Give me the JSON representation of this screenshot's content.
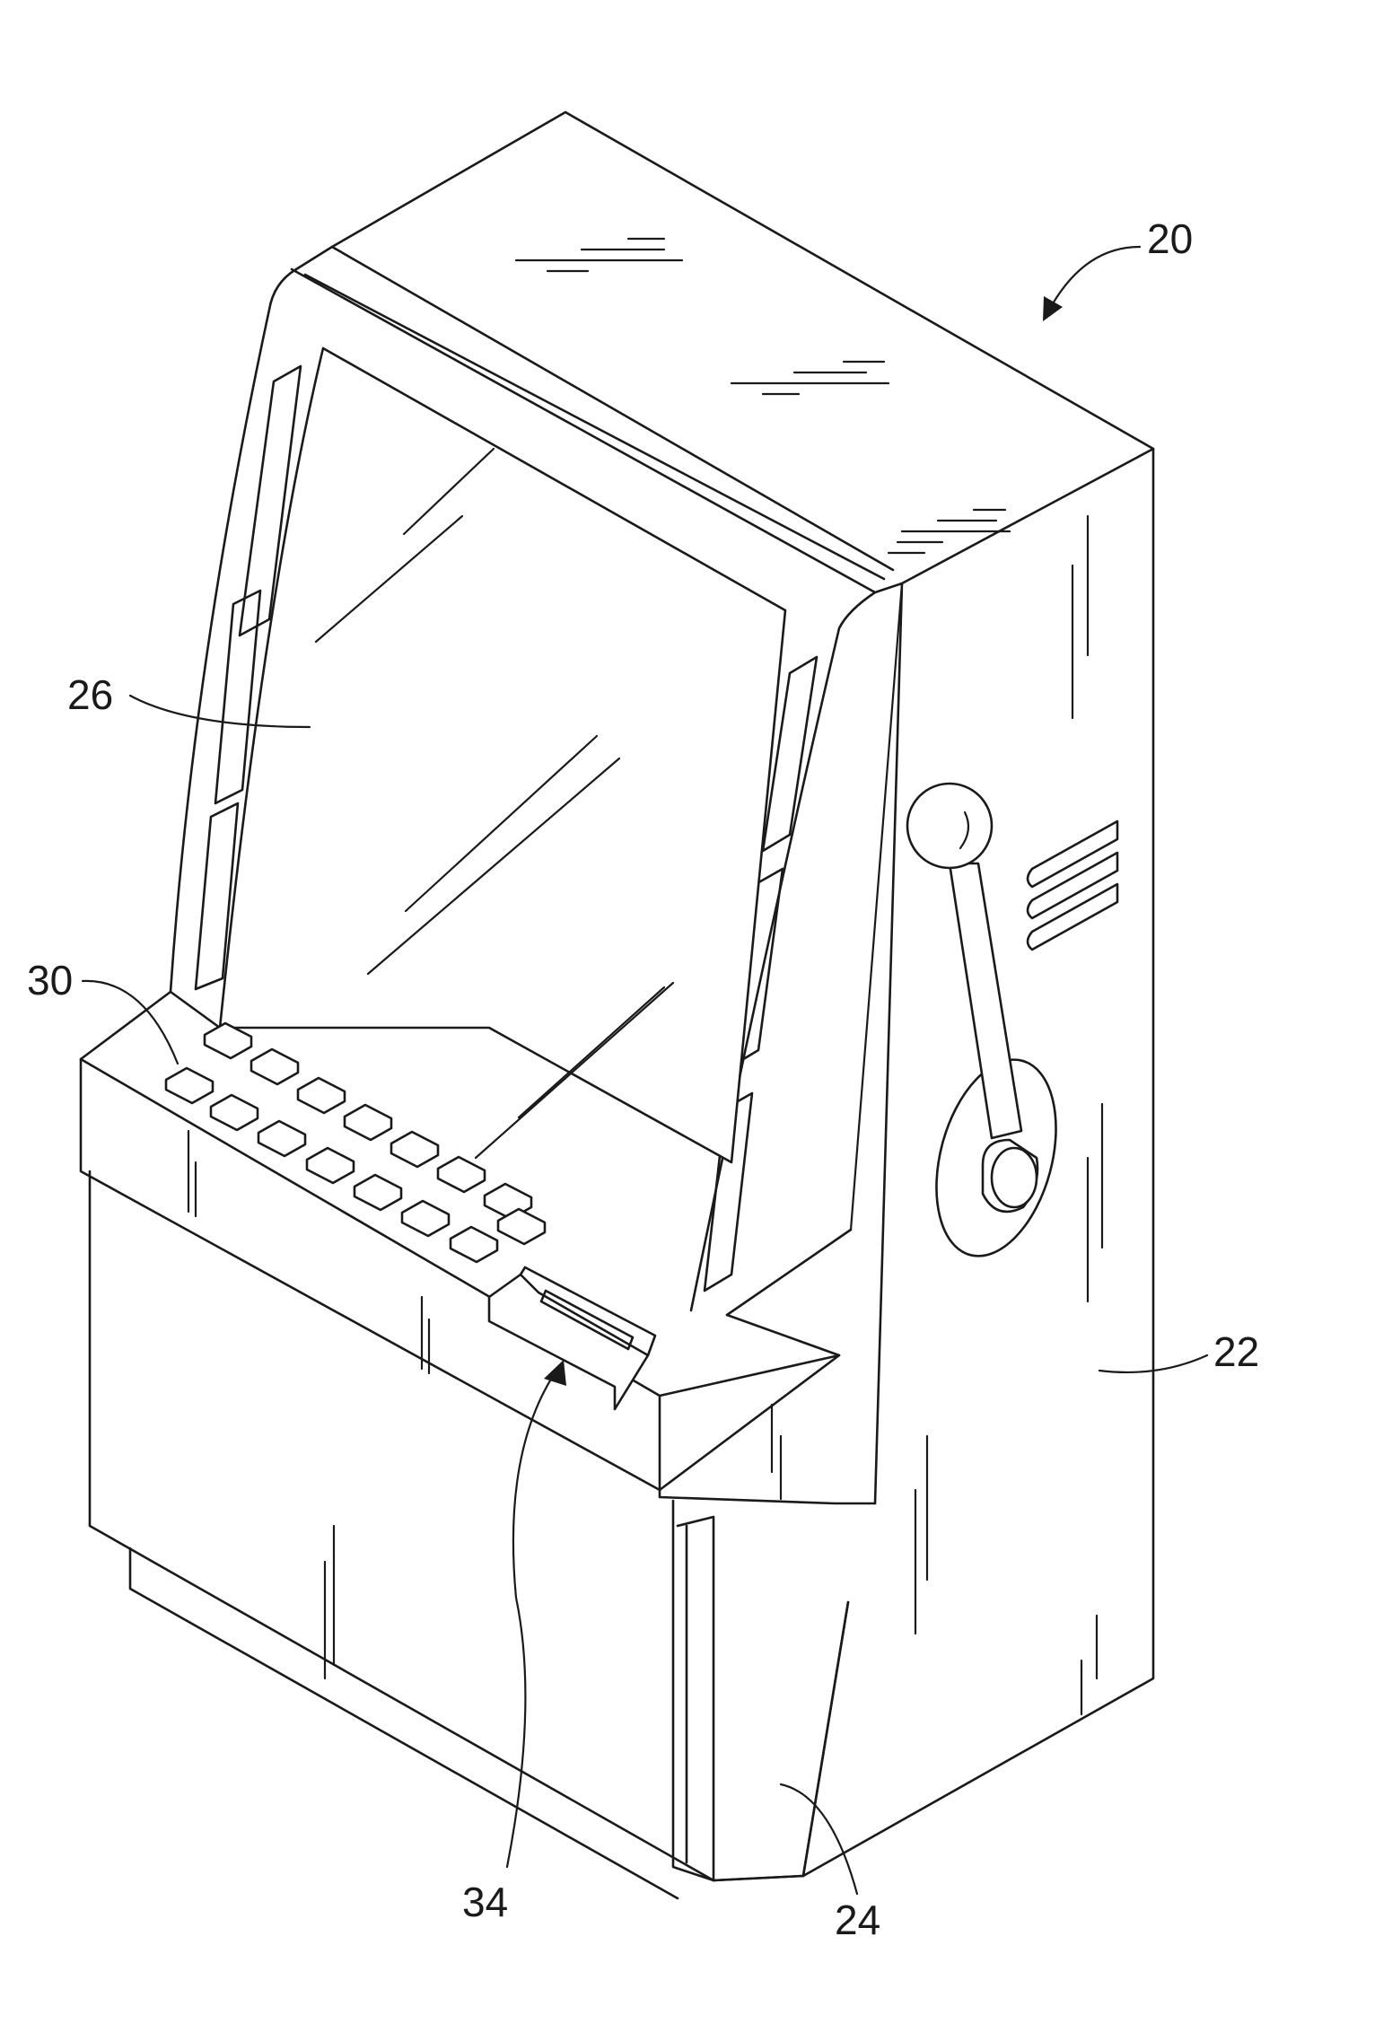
{
  "figure": {
    "reference_numerals": {
      "cabinet_assembly": "20",
      "cabinet": "22",
      "base_panel": "24",
      "display": "26",
      "buttons": "30",
      "bill_acceptor": "34"
    }
  }
}
